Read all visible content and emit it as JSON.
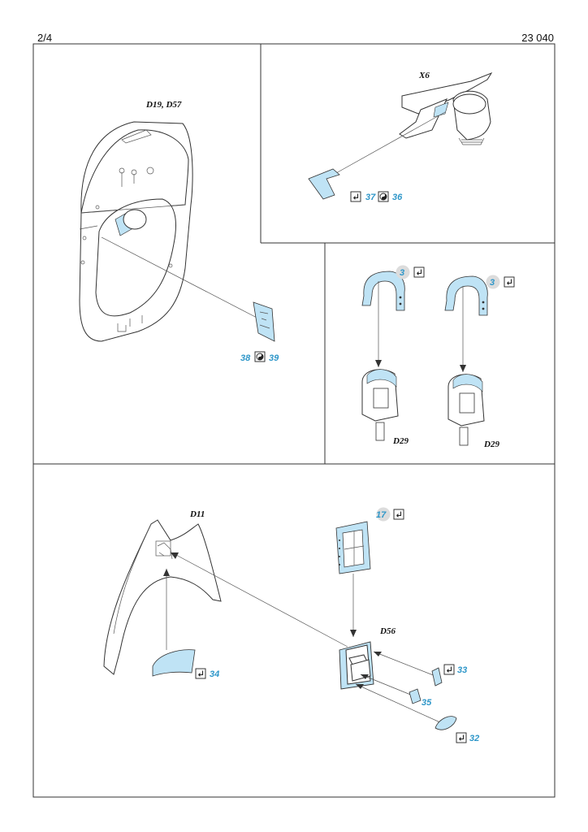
{
  "header": {
    "page": "2/4",
    "catalog": "23 040"
  },
  "panels": {
    "seat_frame": {
      "part_label": "D19, D57",
      "pe_a": "38",
      "pe_b": "39"
    },
    "x6": {
      "part_label": "X6",
      "pe_a": "37",
      "pe_b": "36"
    },
    "d29": {
      "pe_left": "3",
      "pe_right": "3",
      "part_left": "D29",
      "part_right": "D29"
    },
    "d11": {
      "part_label": "D11",
      "pe_bottom": "34",
      "box_label": "D56",
      "pe_frame": "17",
      "pe_33": "33",
      "pe_35": "35",
      "pe_32": "32"
    }
  },
  "icons": {
    "bend": "bend-icon",
    "paint": "paint-icon"
  },
  "colors": {
    "pe": "#bfe3f5",
    "callout": "#2f97c9",
    "frame": "#333333"
  }
}
